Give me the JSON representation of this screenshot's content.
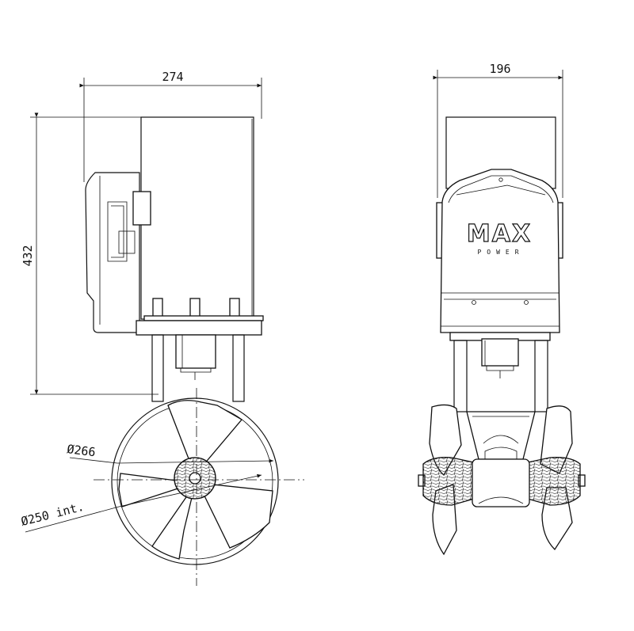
{
  "dimensions": {
    "width_side": "274",
    "height_side": "432",
    "width_front": "196",
    "tunnel_outer": "Ø266",
    "tunnel_inner": "Ø250 int."
  },
  "brand": {
    "logo": "MAX",
    "sub": "POWER"
  }
}
